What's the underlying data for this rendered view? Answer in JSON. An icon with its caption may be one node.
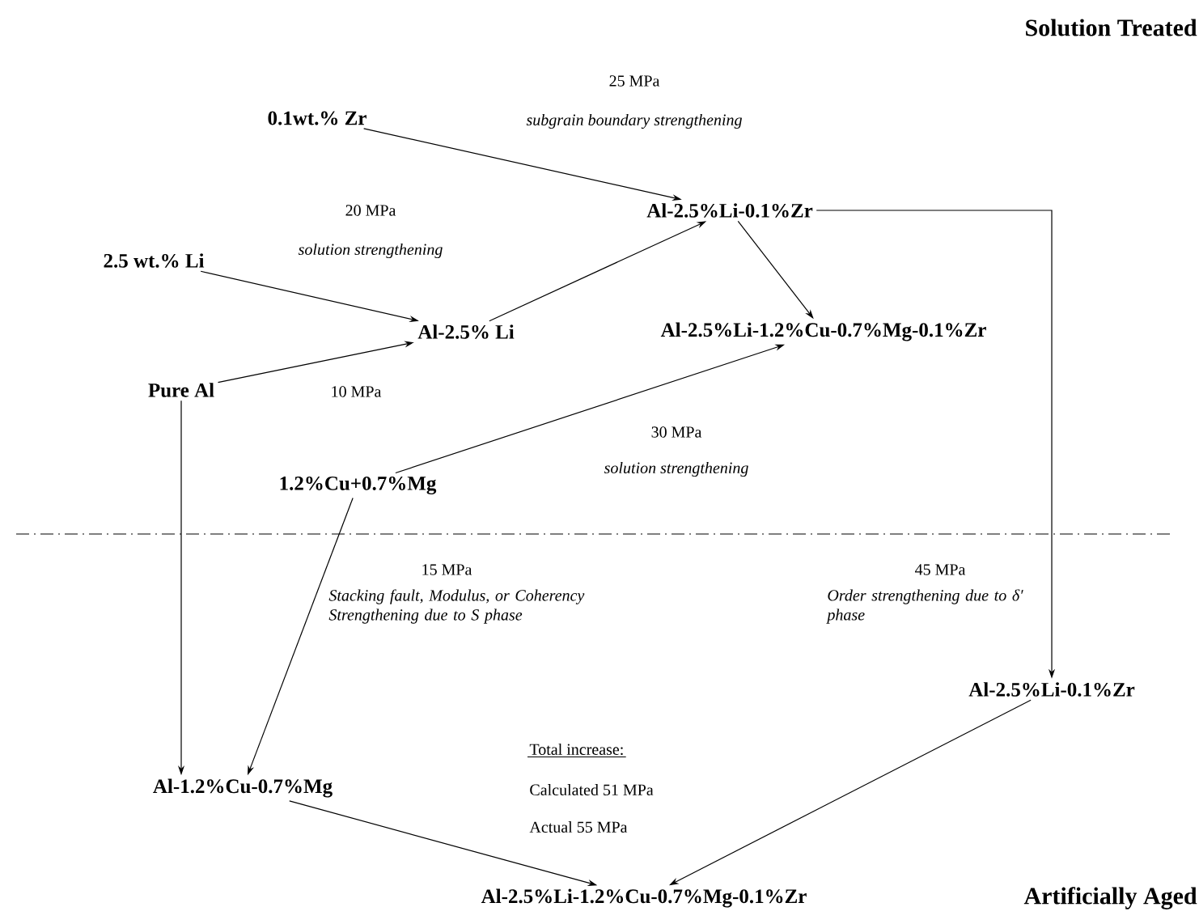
{
  "diagram": {
    "nodes": [
      {
        "text": [
          "0.1wt.% Zr"
        ]
      },
      {
        "text": [
          "Al-2.5%Li-0.1%Zr"
        ]
      },
      {
        "text": [
          "2.5 wt.% Li"
        ]
      },
      {
        "text": [
          "Al-2.5% Li"
        ]
      },
      {
        "text": [
          "Al-2.5%Li-1.2%Cu-0.7%Mg-0.1%Zr"
        ]
      },
      {
        "text": [
          "Pure Al"
        ]
      },
      {
        "text": [
          "1.2%Cu+0.7%Mg"
        ]
      },
      {
        "text": [
          "Al-2.5%Li-0.1%Zr"
        ]
      },
      {
        "text": [
          "Al-1.2%Cu-0.7%Mg"
        ]
      },
      {
        "text": [
          "Al-2.5%Li-1.2%Cu-0.7%Mg-0.1%Zr"
        ]
      }
    ],
    "edges": [
      {
        "from": 0,
        "to": 1,
        "arrow": "to"
      },
      {
        "from": 2,
        "to": 3,
        "arrow": "to"
      },
      {
        "from": 5,
        "to": 3,
        "arrow": "to"
      },
      {
        "from": 3,
        "to": 1,
        "arrow": "to"
      },
      {
        "from": 1,
        "to": 4,
        "arrow": "to"
      },
      {
        "from": 6,
        "to": 4,
        "arrow": "to"
      },
      {
        "from": 1,
        "to": 7,
        "arrow": "to"
      },
      {
        "from": 5,
        "to": 8,
        "arrow": "to"
      },
      {
        "from": 6,
        "to": 8,
        "arrow": "to"
      },
      {
        "from": 8,
        "to": 9,
        "arrow": "to"
      },
      {
        "from": 7,
        "to": 9,
        "arrow": "to"
      }
    ],
    "labels": [
      "Solution Treated",
      "25 MPa",
      "subgrain boundary strengthening",
      "20 MPa",
      "solution strengthening",
      "10 MPa",
      "30 MPa",
      "solution strengthening",
      "15 MPa",
      "Stacking fault, Modulus, or Coherency Strengthening due to S phase",
      "45 MPa",
      "Order strengthening due to δ′ phase",
      "Total increase:",
      "Calculated 51 MPa",
      "Actual 55 MPa",
      "Artificially Aged"
    ]
  }
}
